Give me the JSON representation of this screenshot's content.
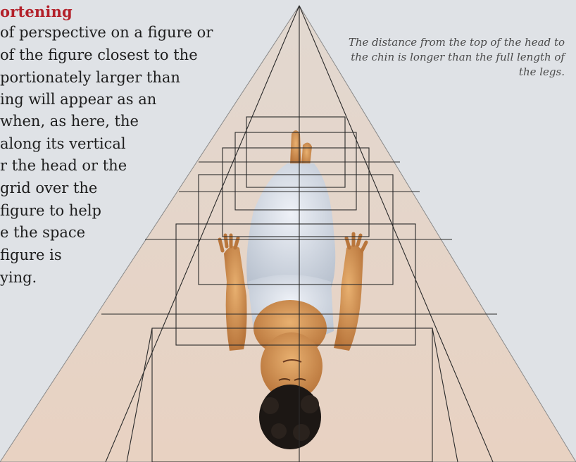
{
  "heading": "ortening",
  "body_lines": [
    "of perspective on a figure or",
    "of the figure closest to the",
    "portionately larger than",
    "ing will appear as an",
    " when, as here, the",
    "along its vertical",
    "r the head or the",
    "grid over the",
    "figure to help",
    "e the space",
    "figure is",
    "ying."
  ],
  "caption": "The distance from the top of the head to the chin is longer than the full length of the legs.",
  "colors": {
    "heading": "#b3202a",
    "background": "#dfe2e6",
    "pyramid": "#e6d6c8",
    "grid_lines": "#2a2a2a"
  }
}
